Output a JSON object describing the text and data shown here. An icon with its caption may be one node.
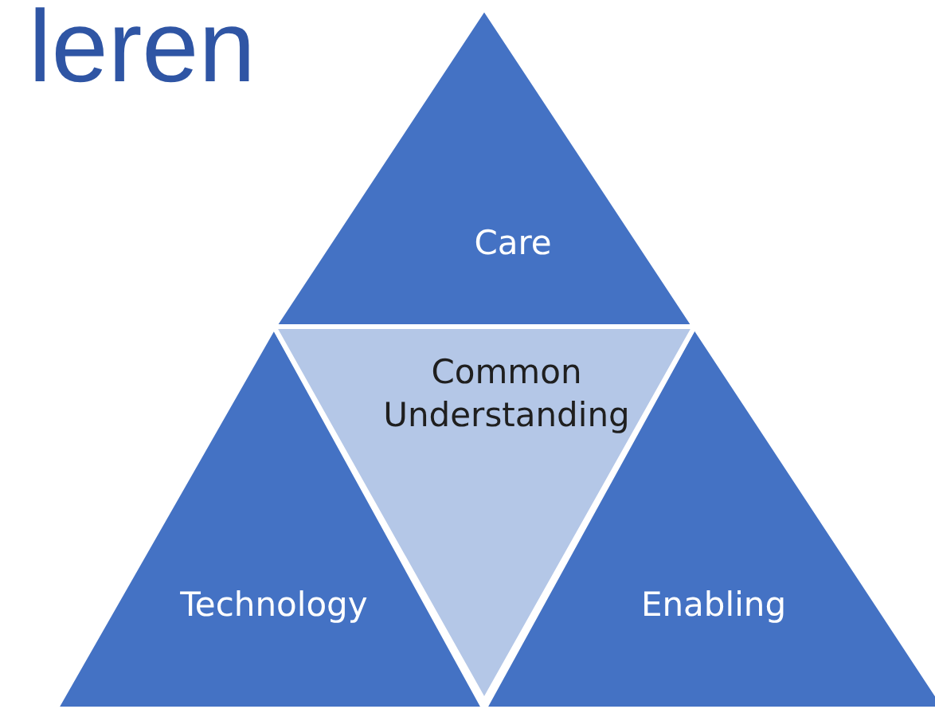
{
  "diagram": {
    "title": "leren",
    "nodes": [
      {
        "text": [
          "Care"
        ]
      },
      {
        "text": [
          "Common Understanding"
        ]
      },
      {
        "text": [
          "Technology"
        ]
      },
      {
        "text": [
          "Enabling"
        ]
      }
    ]
  }
}
